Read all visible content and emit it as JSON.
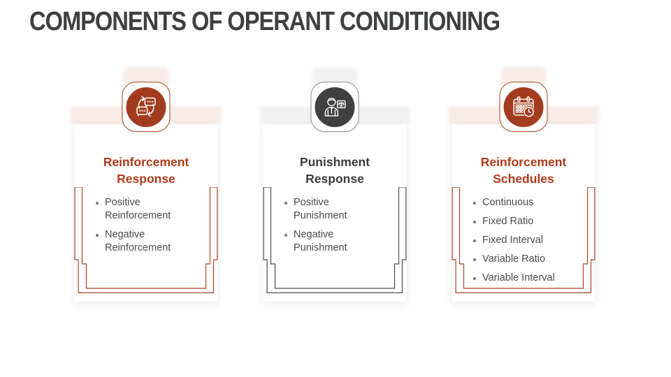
{
  "slide": {
    "title": "COMPONENTS OF OPERANT CONDITIONING"
  },
  "colors": {
    "background": "#FFFFFF",
    "title_text": "#3E3F41",
    "body_text": "#4B4B4B",
    "bullet_dot": "#757575"
  },
  "themes": {
    "red": {
      "accent": "#A33C1E",
      "heading": "#B23A1B",
      "soft_bg": "#F8ECE6",
      "border": "#AF4A22",
      "bracket": "#AA4524"
    },
    "dark": {
      "accent": "#404040",
      "heading": "#3B3B3B",
      "soft_bg": "#F2F2F2",
      "border": "#8F8F8F",
      "bracket": "#4E4E4E"
    }
  },
  "cards": [
    {
      "theme": "red",
      "icon": "chat-exchange-icon",
      "heading": "Reinforcement Response",
      "items": [
        "Positive Reinforcement",
        "Negative Reinforcement"
      ]
    },
    {
      "theme": "dark",
      "icon": "presenter-scales-icon",
      "heading": "Punishment Response",
      "items": [
        "Positive Punishment",
        "Negative Punishment"
      ]
    },
    {
      "theme": "red",
      "icon": "calendar-clock-icon",
      "heading": "Reinforcement Schedules",
      "items": [
        "Continuous",
        "Fixed Ratio",
        "Fixed Interval",
        "Variable Ratio",
        "Variable Interval"
      ]
    }
  ]
}
